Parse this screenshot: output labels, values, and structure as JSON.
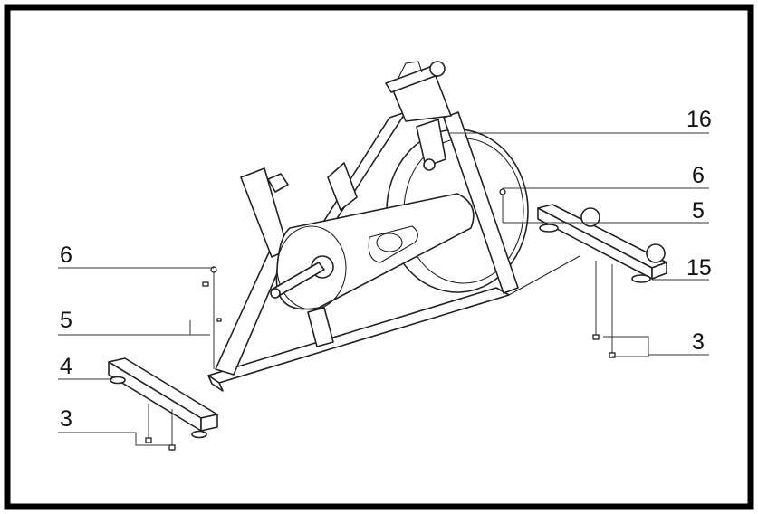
{
  "callouts": {
    "c16": "16",
    "c6_right": "6",
    "c5_right": "5",
    "c15": "15",
    "c3_right": "3",
    "c6_left": "6",
    "c5_left": "5",
    "c4": "4",
    "c3_left": "3"
  }
}
